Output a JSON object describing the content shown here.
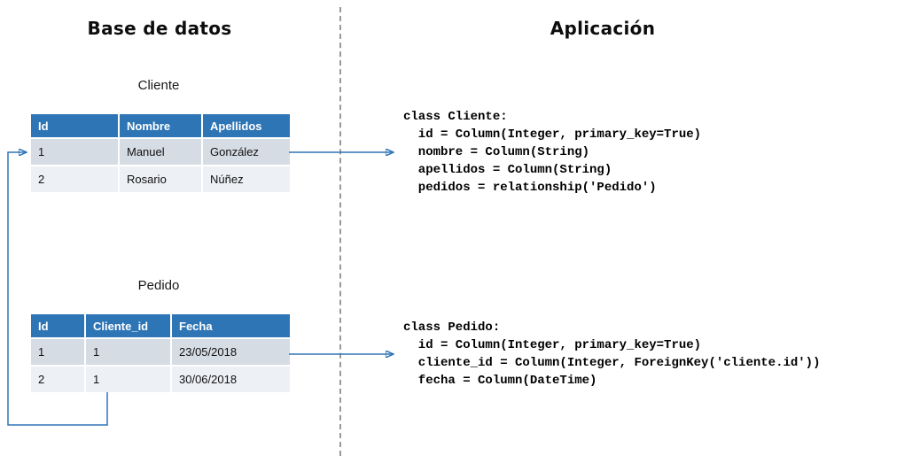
{
  "left_panel": {
    "title": "Base de datos",
    "tables": [
      {
        "title": "Cliente",
        "headers": [
          "Id",
          "Nombre",
          "Apellidos"
        ],
        "rows": [
          [
            "1",
            "Manuel",
            "González"
          ],
          [
            "2",
            "Rosario",
            "Núñez"
          ]
        ]
      },
      {
        "title": "Pedido",
        "headers": [
          "Id",
          "Cliente_id",
          "Fecha"
        ],
        "rows": [
          [
            "1",
            "1",
            "23/05/2018"
          ],
          [
            "2",
            "1",
            "30/06/2018"
          ]
        ]
      }
    ]
  },
  "right_panel": {
    "title": "Aplicación",
    "code_blocks": [
      {
        "lines": [
          "class Cliente:",
          "  id = Column(Integer, primary_key=True)",
          "  nombre = Column(String)",
          "  apellidos = Column(String)",
          "  pedidos = relationship('Pedido')"
        ]
      },
      {
        "lines": [
          "class Pedido:",
          "  id = Column(Integer, primary_key=True)",
          "  cliente_id = Column(Integer, ForeignKey('cliente.id'))",
          "  fecha = Column(DateTime)"
        ]
      }
    ]
  },
  "colors": {
    "table_header_bg": "#2e75b6",
    "table_row_odd_bg": "#d5dce4",
    "table_row_even_bg": "#edf0f5",
    "arrow": "#2e75b6",
    "divider": "#999999"
  }
}
